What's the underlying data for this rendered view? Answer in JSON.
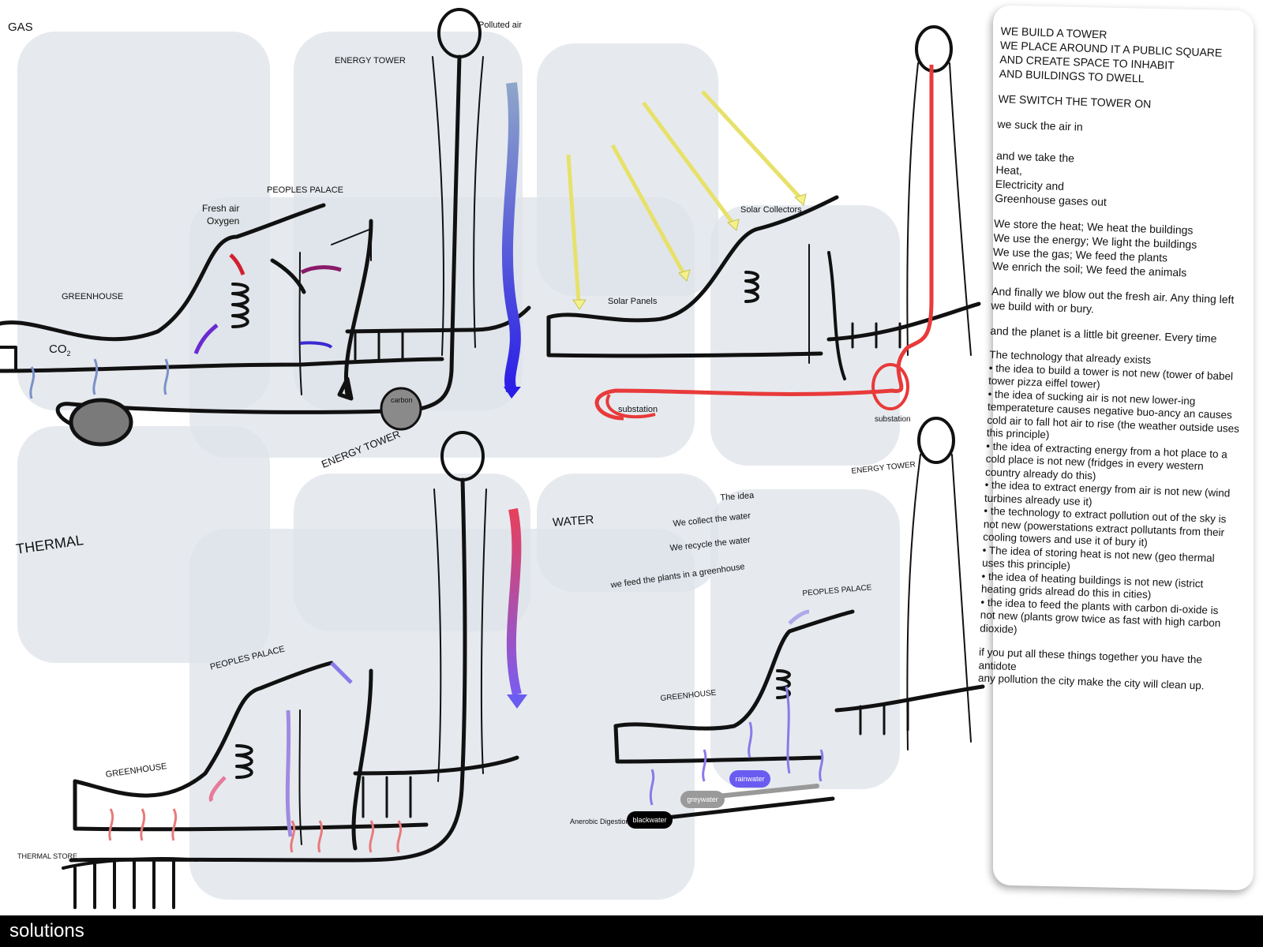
{
  "gas": {
    "title": "GAS",
    "energy_tower": "ENERGY TOWER",
    "polluted_air": "Polluted air",
    "peoples_palace": "PEOPLES PALACE",
    "fresh_air_line1": "Fresh air",
    "fresh_air_line2": "Oxygen",
    "greenhouse": "GREENHOUSE",
    "co2": "CO",
    "co2_sub": "2",
    "carbon": "carbon"
  },
  "solar": {
    "solar_collectors": "Solar Collectors",
    "solar_panels": "Solar Panels",
    "substation_left": "substation",
    "substation_right": "substation"
  },
  "thermal": {
    "title": "THERMAL",
    "energy_tower": "ENERGY TOWER",
    "peoples_palace": "PEOPLES PALACE",
    "greenhouse": "GREENHOUSE",
    "thermal_store": "THERMAL STORE"
  },
  "water": {
    "title": "WATER",
    "energy_tower": "ENERGY TOWER",
    "the_idea": "The idea",
    "collect": "We collect the water",
    "recycle": "We recycle the water",
    "feed": "we feed the plants in a greenhouse",
    "peoples_palace": "PEOPLES PALACE",
    "greenhouse": "GREENHOUSE",
    "rainwater": "rainwater",
    "greywater": "greywater",
    "blackwater": "blackwater",
    "anaerobic": "Anerobic Digestion"
  },
  "panel": {
    "paragraphs": [
      "WE BUILD A TOWER\nWE PLACE AROUND IT A PUBLIC SQUARE\nAND CREATE SPACE TO INHABIT\nAND BUILDINGS TO DWELL",
      "WE SWITCH THE TOWER ON",
      "we suck the air in",
      "and we take the\n   Heat,\n   Electricity and\n   Greenhouse gases out",
      "We store the heat;  We heat the buildings\nWe use the energy;  We light the buildings\nWe use the gas;  We feed the plants\nWe enrich the soil;  We feed the animals",
      "And finally we blow out the fresh air. Any thing left we build with or bury.",
      "and the planet is a little bit greener. Every time",
      "The technology that already exists\n• the idea to build a tower is not new (tower of babel tower pizza eiffel tower)\n• the idea of sucking air is not new lower-ing temperateture causes negative buo-ancy an causes cold air to fall hot air to rise (the weather outside uses this principle)\n• the idea of extracting energy from a hot place to a cold place is not new (fridges in every western country already do this)\n• the idea to extract energy from air is not new (wind turbines already use it)\n• the technology to extract pollution out of the sky is not new (powerstations extract pollutants from their cooling towers and use it of bury it)\n• The idea of storing heat is not new (geo thermal uses this principle)\n• the idea of heating buildings is not new (istrict heating grids alread do this in cities)\n• the idea to feed the plants with carbon di-oxide is not new (plants grow twice as fast with high carbon dioxide)",
      "if you put all these things together you have the antidote\nany pollution the city make the city will clean up."
    ]
  },
  "footer": {
    "label": "solutions"
  },
  "colors": {
    "ink": "#111111",
    "red": "#e83a3a",
    "blue": "#3a2ee0",
    "yellow": "#f4f08a",
    "tile": "#dde3ea"
  }
}
